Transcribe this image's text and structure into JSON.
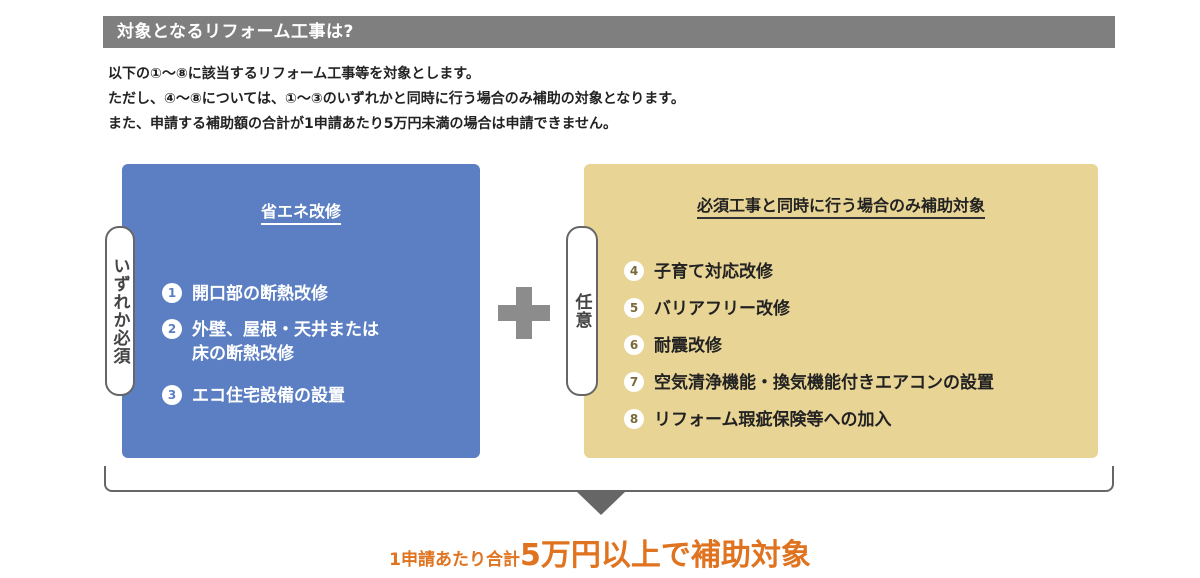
{
  "header": {
    "title": "対象となるリフォーム工事は?"
  },
  "intro": {
    "lines": [
      "以下の①〜⑧に該当するリフォーム工事等を対象とします。",
      "ただし、④〜⑧については、①〜③のいずれかと同時に行う場合のみ補助の対象となります。",
      "また、申請する補助額の合計が1申請あたり5万円未満の場合は申請できません。"
    ]
  },
  "required": {
    "tag": "いずれか必須",
    "title": "省エネ改修",
    "items": [
      {
        "num": "1",
        "label": "開口部の断熱改修"
      },
      {
        "num": "2",
        "label_line1": "外壁、屋根・天井または",
        "label_line2": "床の断熱改修"
      },
      {
        "num": "3",
        "label": "エコ住宅設備の設置"
      }
    ]
  },
  "optional": {
    "tag": "任意",
    "title": "必須工事と同時に行う場合のみ補助対象",
    "items": [
      {
        "num": "4",
        "label": "子育て対応改修"
      },
      {
        "num": "5",
        "label": "バリアフリー改修"
      },
      {
        "num": "6",
        "label": "耐震改修"
      },
      {
        "num": "7",
        "label": "空気清浄機能・換気機能付きエアコンの設置"
      },
      {
        "num": "8",
        "label": "リフォーム瑕疵保険等への加入"
      }
    ]
  },
  "result": {
    "prefix": "1申請あたり合計",
    "main": "5万円以上で補助対象"
  },
  "colors": {
    "header_bg": "#7f7f7f",
    "required_bg": "#5b7fc2",
    "optional_bg": "#e8d495",
    "result_text": "#e0731f"
  }
}
